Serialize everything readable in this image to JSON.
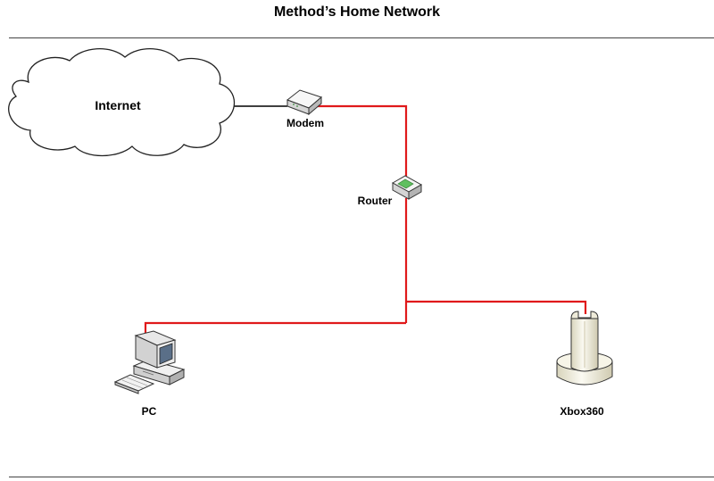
{
  "title": "Method’s Home Network",
  "nodes": {
    "internet": {
      "label": "Internet",
      "icon": "cloud-icon"
    },
    "modem": {
      "label": "Modem",
      "icon": "modem-icon"
    },
    "router": {
      "label": "Router",
      "icon": "router-icon"
    },
    "pc": {
      "label": "PC",
      "icon": "desktop-computer-icon"
    },
    "xbox": {
      "label": "Xbox360",
      "icon": "xbox360-console-icon"
    }
  },
  "colors": {
    "lan_link": "#e0191b",
    "wan_link": "#000000",
    "device_body": "#f3f1e4"
  }
}
